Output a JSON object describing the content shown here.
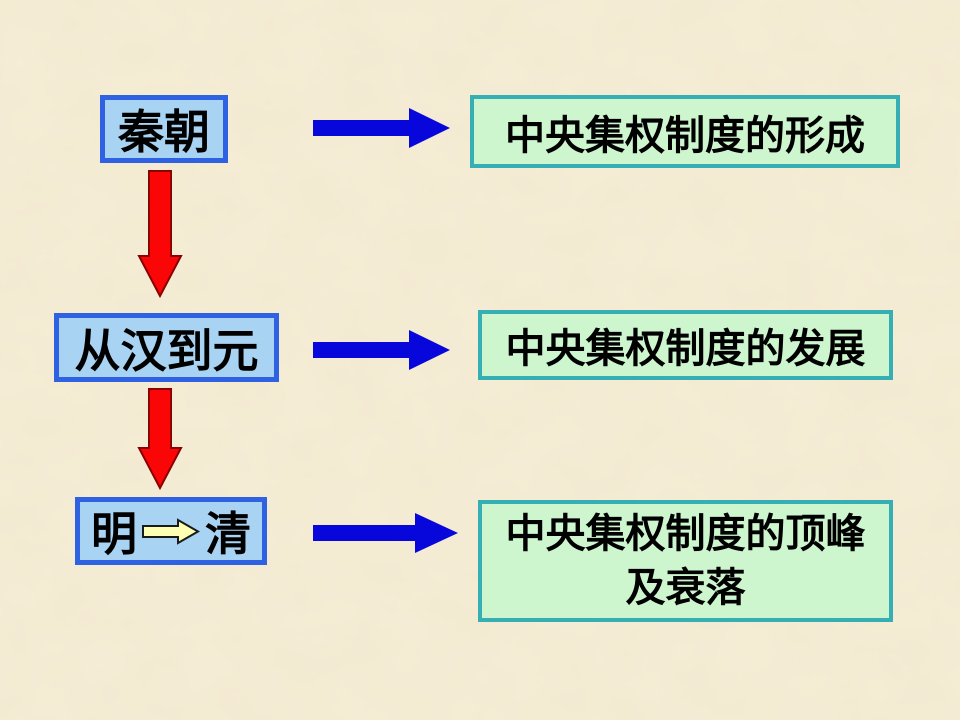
{
  "colors": {
    "bg-base": "#F6EDD6",
    "bg-mottle": "#DAC799",
    "node-fill": "#A9D3F3",
    "node-border": "#2E62E2",
    "outcome-fill": "#CDF6CF",
    "outcome-border": "#36AFB4",
    "arrow-blue": "#0707DC",
    "arrow-red": "#FB0606",
    "arrow-red-outline": "#8B0000",
    "arrow-yellow": "#FFFFB4",
    "arrow-yellow-outline": "#1A1A1A",
    "text": "#000000"
  },
  "nodes": {
    "qin": "秦朝",
    "han_to_yuan": "从汉到元",
    "ming": "明",
    "qing": "清"
  },
  "outcomes": {
    "formation": "中央集权制度的形成",
    "development": "中央集权制度的发展",
    "peak_line1": "中央集权制度的顶峰",
    "peak_line2": "及衰落"
  },
  "icons": {
    "blue_right_arrow": "solid blue block arrow pointing right",
    "red_down_arrow": "solid red block arrow pointing down, dark red outline",
    "yellow_right_arrow": "pale yellow block arrow pointing right, black outline"
  }
}
